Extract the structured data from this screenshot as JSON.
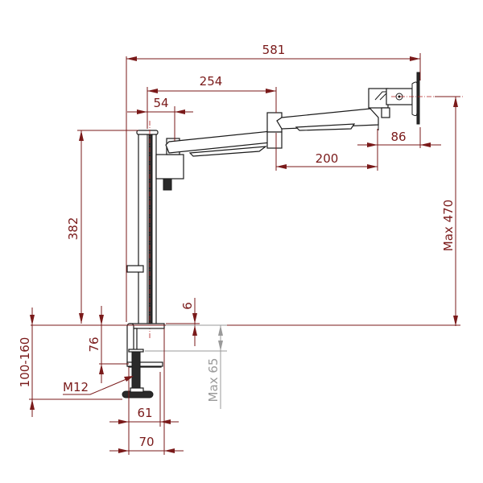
{
  "diagram": {
    "subject": "Monitor arm with desk clamp - dimension drawing",
    "colors": {
      "dimension_line": "#7a1a1a",
      "secondary_dimension": "#9a9a9a",
      "part_outline": "#1a1a1a",
      "centerline": "#b02020",
      "background": "#ffffff"
    },
    "dimensions": {
      "overall_reach": "581",
      "first_arm_length": "254",
      "pole_to_arm_offset": "54",
      "second_arm_length": "200",
      "vesa_head_depth": "86",
      "max_height": "Max 470",
      "pole_height": "382",
      "base_plate_thickness": "6",
      "clamp_throat": "76",
      "desk_thickness_range": "100-160",
      "max_desk_thickness": "Max 65",
      "screw_thread": "M12",
      "clamp_inner_width": "61",
      "clamp_outer_width": "70"
    }
  }
}
